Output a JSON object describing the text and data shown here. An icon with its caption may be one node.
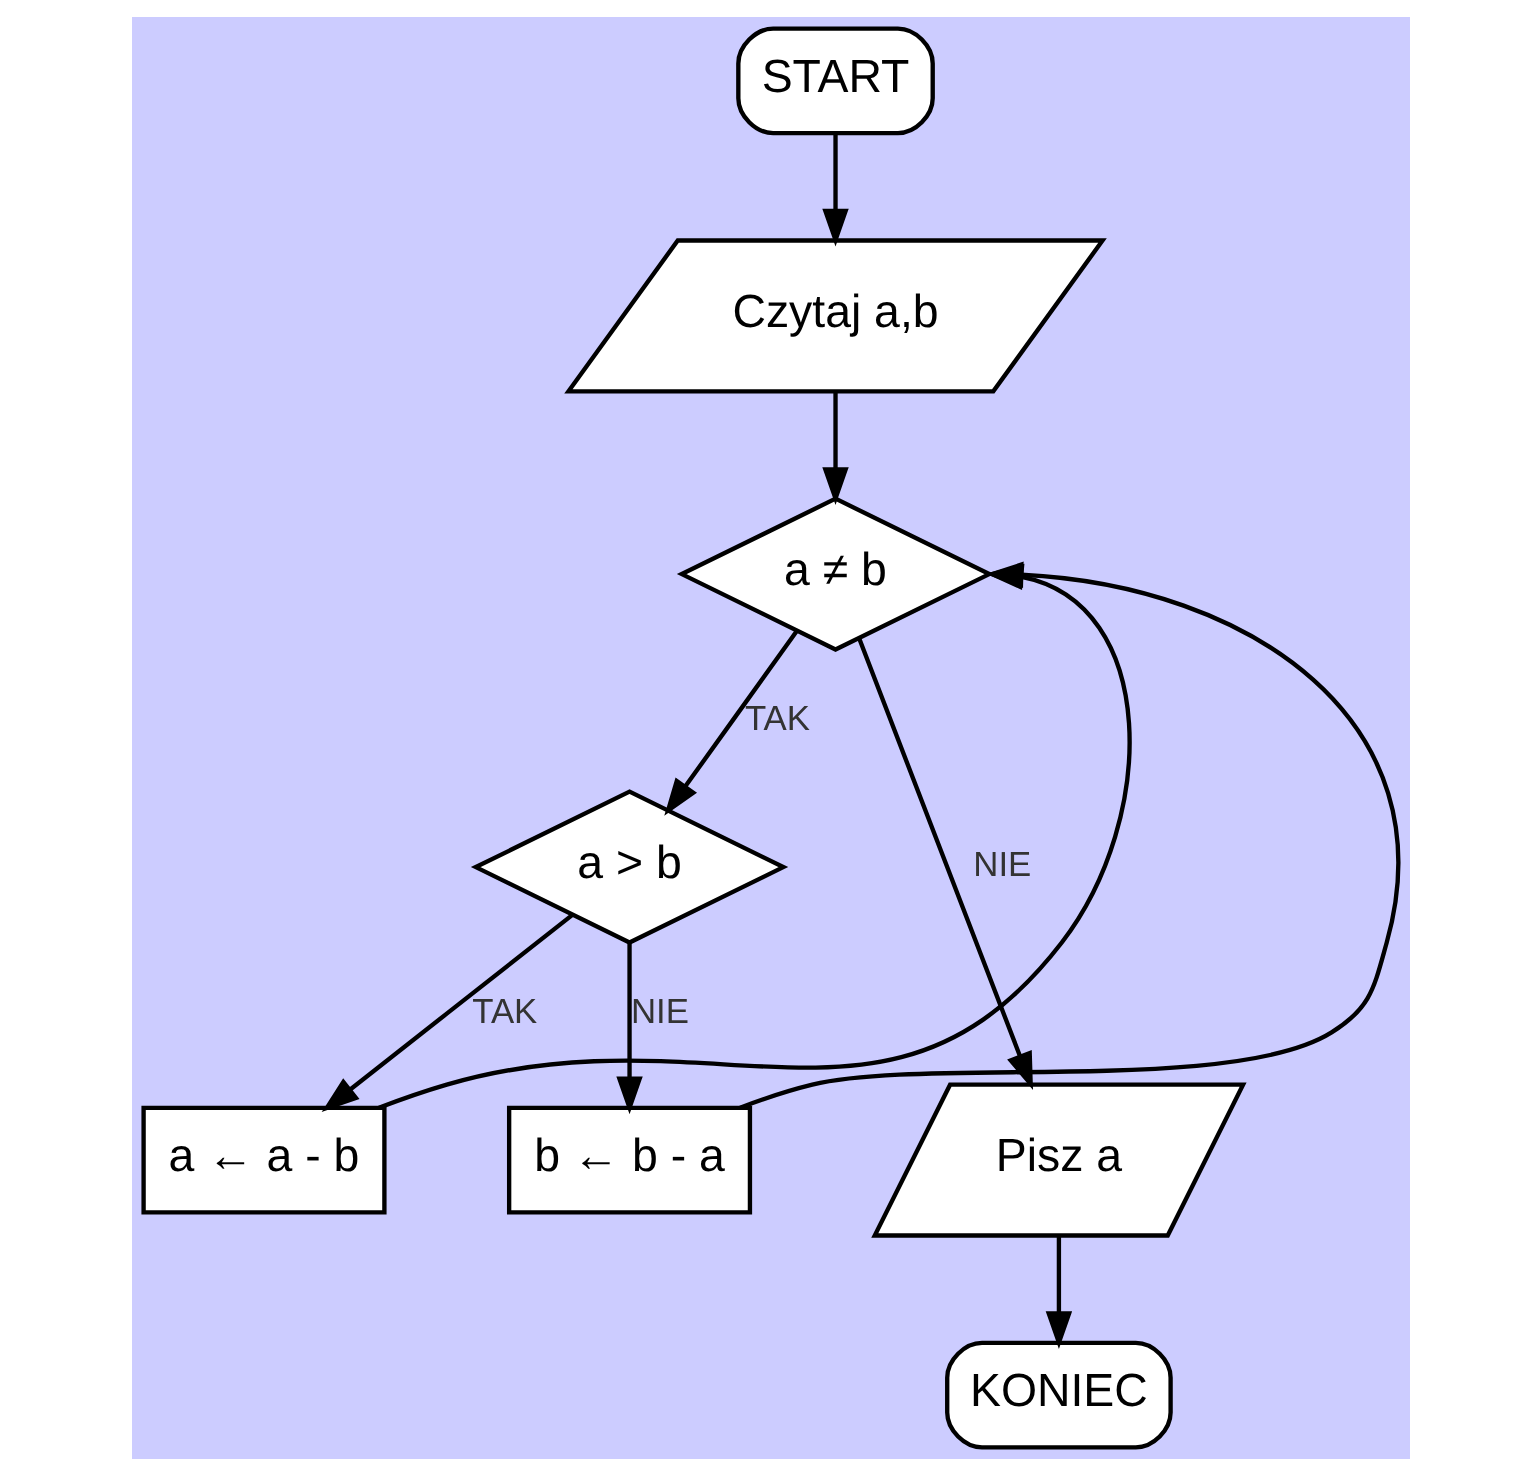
{
  "diagram": {
    "nodes": [
      {
        "text": [
          "START"
        ]
      },
      {
        "text": [
          "Czytaj a,b"
        ]
      },
      {
        "text": [
          "a ≠ b"
        ]
      },
      {
        "text": [
          "a > b"
        ]
      },
      {
        "text": [
          "a ← a - b"
        ]
      },
      {
        "text": [
          "b ← b - a"
        ]
      },
      {
        "text": [
          "Pisz a"
        ]
      },
      {
        "text": [
          "KONIEC"
        ]
      }
    ],
    "edges": [
      {
        "from": 0,
        "to": 1,
        "arrow": "to"
      },
      {
        "from": 1,
        "to": 2,
        "arrow": "to"
      },
      {
        "from": 2,
        "to": 3,
        "arrow": "to",
        "label": "TAK"
      },
      {
        "from": 2,
        "to": 6,
        "arrow": "to",
        "label": "NIE"
      },
      {
        "from": 3,
        "to": 4,
        "arrow": "to",
        "label": "TAK"
      },
      {
        "from": 3,
        "to": 5,
        "arrow": "to",
        "label": "NIE"
      },
      {
        "from": 4,
        "to": 2,
        "arrow": "to"
      },
      {
        "from": 5,
        "to": 2,
        "arrow": "to"
      },
      {
        "from": 6,
        "to": 7,
        "arrow": "to"
      }
    ]
  }
}
